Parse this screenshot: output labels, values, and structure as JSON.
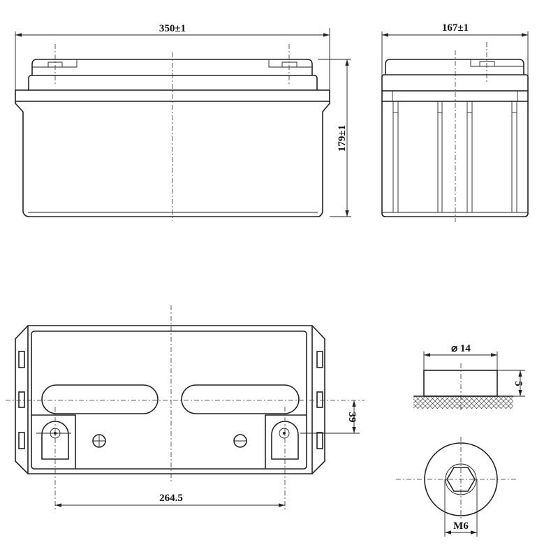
{
  "drawing": {
    "front_view": {
      "width_dim": "350±1",
      "height_dim": "179±1"
    },
    "side_view": {
      "width_dim": "167±1"
    },
    "top_view": {
      "terminal_spacing_dim": "264.5",
      "terminal_offset_dim": "39"
    },
    "terminal_detail": {
      "diameter_dim": "⌀ 14",
      "height_dim": "5",
      "thread_dim": "M6"
    }
  }
}
